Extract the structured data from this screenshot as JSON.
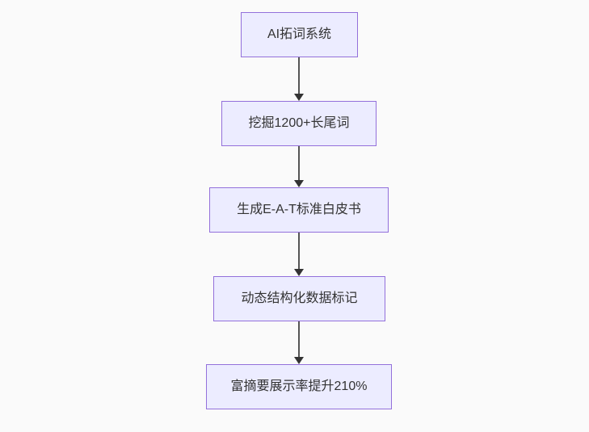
{
  "diagram": {
    "type": "flowchart",
    "direction": "top-down",
    "colors": {
      "canvas_bg": "#fafafa",
      "node_fill": "#ECECFF",
      "node_border": "#9370DB",
      "text_color": "#333333",
      "edge_line": "#555555",
      "edge_arrow": "#333333"
    },
    "nodes": [
      {
        "id": "n1",
        "label": "AI拓词系统"
      },
      {
        "id": "n2",
        "label": "挖掘1200+长尾词"
      },
      {
        "id": "n3",
        "label": "生成E-A-T标准白皮书"
      },
      {
        "id": "n4",
        "label": "动态结构化数据标记"
      },
      {
        "id": "n5",
        "label": "富摘要展示率提升210%"
      }
    ],
    "edges": [
      {
        "from": "n1",
        "to": "n2"
      },
      {
        "from": "n2",
        "to": "n3"
      },
      {
        "from": "n3",
        "to": "n4"
      },
      {
        "from": "n4",
        "to": "n5"
      }
    ]
  }
}
